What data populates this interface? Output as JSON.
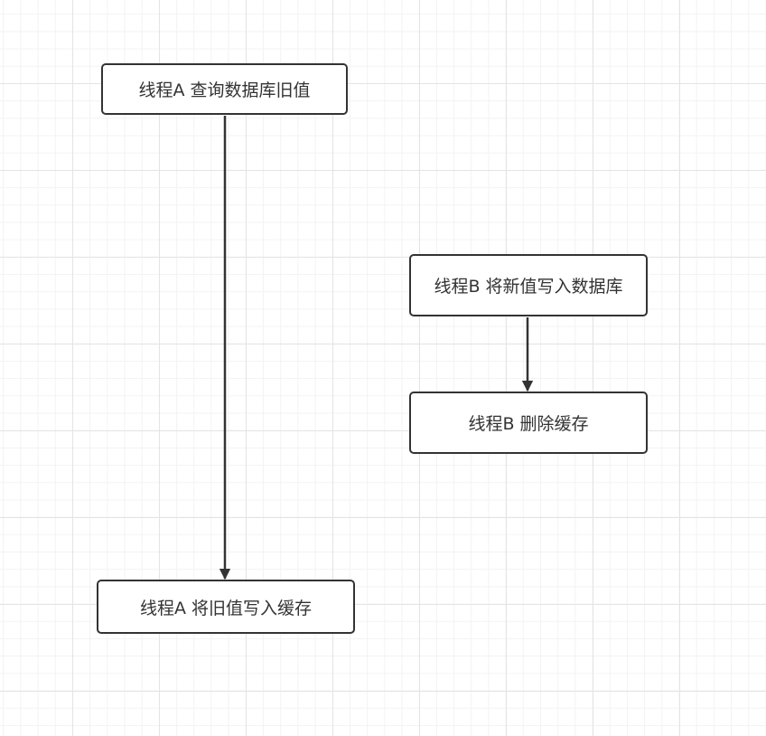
{
  "diagram": {
    "nodes": {
      "thread_a_query": "线程A 查询数据库旧值",
      "thread_b_write_db": "线程B 将新值写入数据库",
      "thread_b_delete_cache": "线程B 删除缓存",
      "thread_a_write_cache": "线程A 将旧值写入缓存"
    },
    "edges": [
      {
        "from": "thread_a_query",
        "to": "thread_a_write_cache"
      },
      {
        "from": "thread_b_write_db",
        "to": "thread_b_delete_cache"
      }
    ],
    "colors": {
      "stroke": "#333333",
      "text": "#333333",
      "node_fill": "#ffffff",
      "grid_major": "#e4e4e4",
      "grid_minor": "#f3f3f3"
    }
  }
}
